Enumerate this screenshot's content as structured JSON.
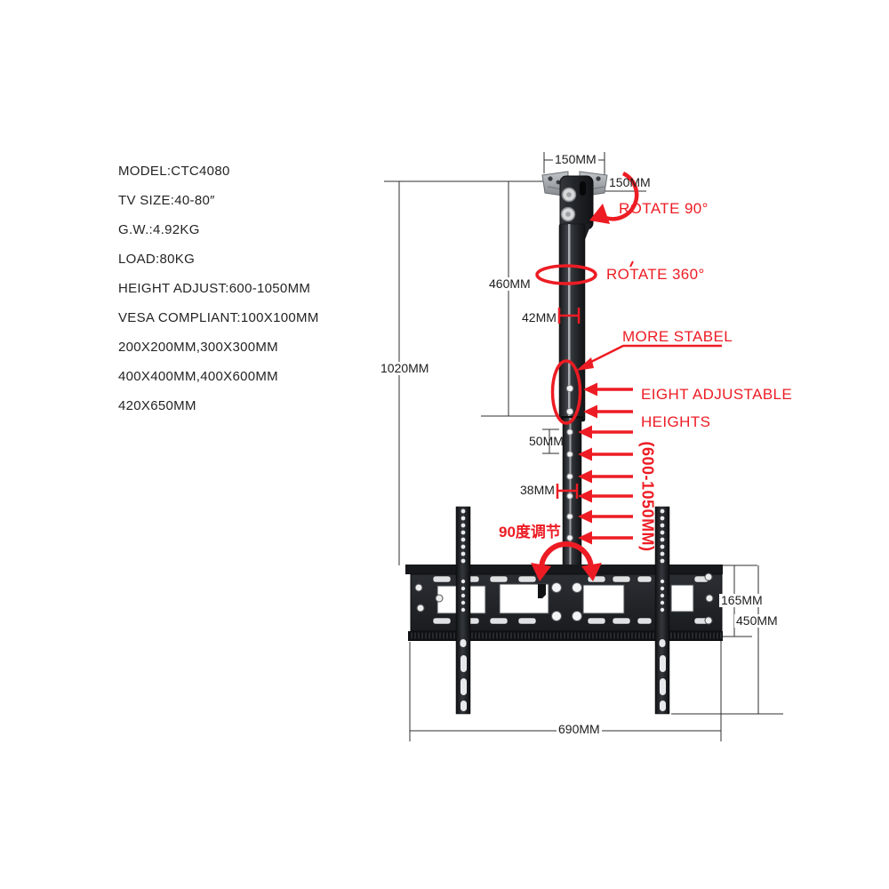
{
  "colors": {
    "background": "#ffffff",
    "annotation_red": "#ed1c24",
    "dimension_line": "#2f2f2f",
    "hardware_dark": "#1a1c1f",
    "hardware_grey": "#9ba0a6"
  },
  "specs": {
    "lines": [
      "MODEL:CTC4080",
      "TV SIZE:40-80″",
      "G.W.:4.92KG",
      "LOAD:80KG",
      "HEIGHT ADJUST:600-1050MM",
      "VESA COMPLIANT:100X100MM",
      "200X200MM,300X300MM",
      "400X400MM,400X600MM",
      "420X650MM"
    ]
  },
  "dimensions": {
    "ceiling_plate_width": "150MM",
    "ceiling_plate_depth": "150MM",
    "upper_tube_length": "460MM",
    "outer_tube_width": "42MM",
    "overall_height": "1020MM",
    "hole_pitch": "50MM",
    "inner_tube_width": "38MM",
    "plate_face_height": "165MM",
    "bracket_height": "450MM",
    "bracket_width": "690MM"
  },
  "annotations": {
    "rotate_90": "ROTATE 90°",
    "rotate_360": "ROTATE 360°",
    "more_stable": "MORE STABEL",
    "eight_adjustable_line1": "EIGHT ADJUSTABLE",
    "eight_adjustable_line2": "HEIGHTS",
    "height_range": "(600-1050MM)",
    "rotate_90_cn": "90度调节"
  }
}
